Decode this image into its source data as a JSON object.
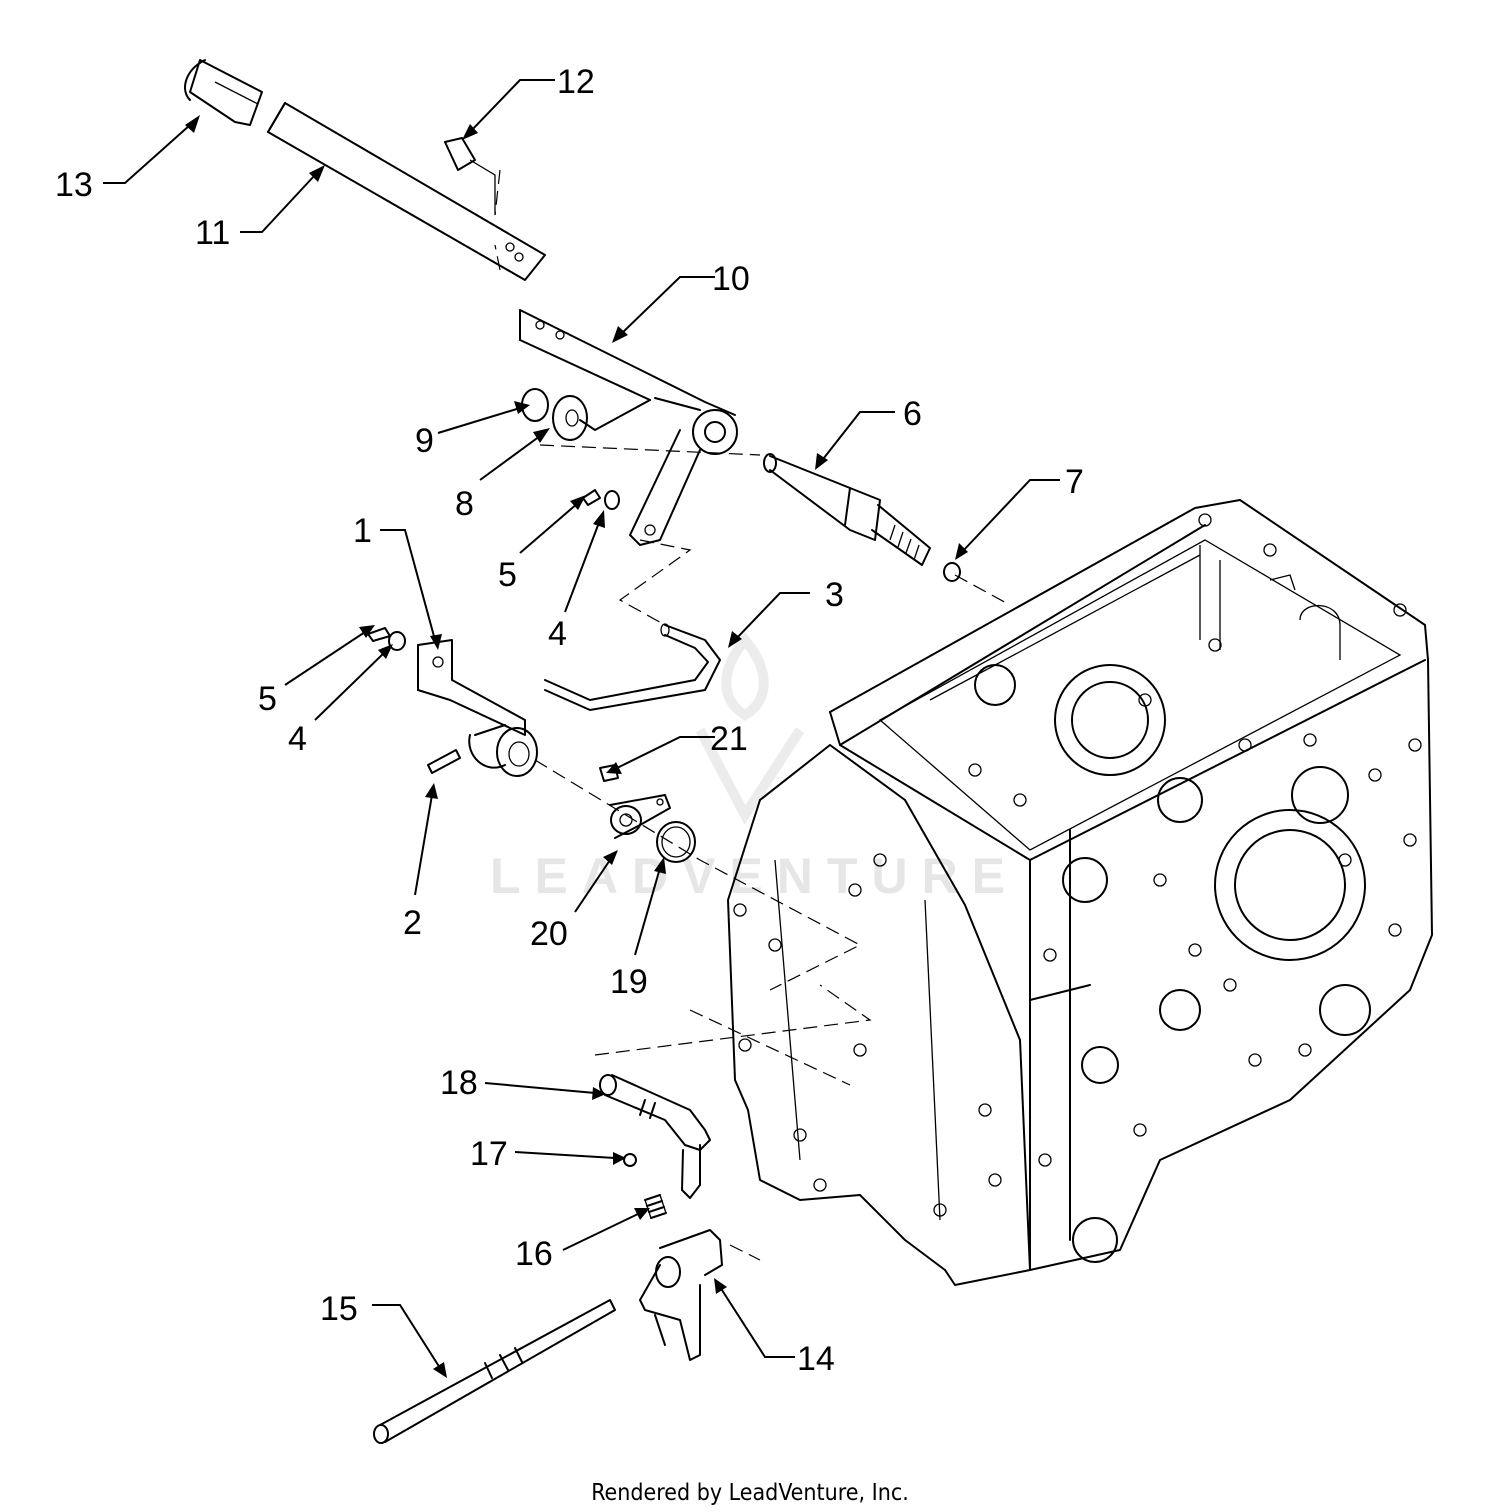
{
  "watermark_text": "LEADVENTURE",
  "footer_text": "Rendered by LeadVenture, Inc.",
  "callouts": [
    {
      "id": "c1",
      "label": "1"
    },
    {
      "id": "c2",
      "label": "2"
    },
    {
      "id": "c3",
      "label": "3"
    },
    {
      "id": "c4a",
      "label": "4"
    },
    {
      "id": "c4b",
      "label": "4"
    },
    {
      "id": "c5a",
      "label": "5"
    },
    {
      "id": "c5b",
      "label": "5"
    },
    {
      "id": "c6",
      "label": "6"
    },
    {
      "id": "c7",
      "label": "7"
    },
    {
      "id": "c8",
      "label": "8"
    },
    {
      "id": "c9",
      "label": "9"
    },
    {
      "id": "c10",
      "label": "10"
    },
    {
      "id": "c11",
      "label": "11"
    },
    {
      "id": "c12",
      "label": "12"
    },
    {
      "id": "c13",
      "label": "13"
    },
    {
      "id": "c14",
      "label": "14"
    },
    {
      "id": "c15",
      "label": "15"
    },
    {
      "id": "c16",
      "label": "16"
    },
    {
      "id": "c17",
      "label": "17"
    },
    {
      "id": "c18",
      "label": "18"
    },
    {
      "id": "c19",
      "label": "19"
    },
    {
      "id": "c20",
      "label": "20"
    },
    {
      "id": "c21",
      "label": "21"
    }
  ]
}
